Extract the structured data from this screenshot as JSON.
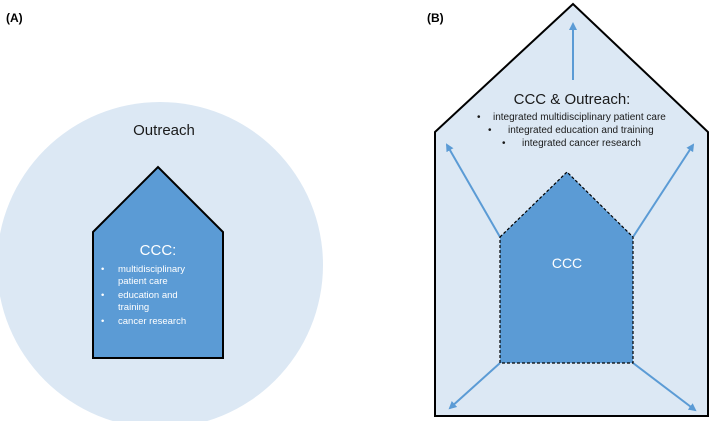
{
  "panel_a": {
    "label": "(A)",
    "outreach_title": "Outreach",
    "ccc_title": "CCC:",
    "ccc_items": [
      {
        "lines": [
          "multidisciplinary",
          "patient care"
        ]
      },
      {
        "lines": [
          "education and",
          "training"
        ]
      },
      {
        "lines": [
          "cancer research"
        ]
      }
    ]
  },
  "panel_b": {
    "label": "(B)",
    "outreach_title": "CCC & Outreach:",
    "outreach_items": [
      "integrated multidisciplinary patient care",
      "integrated education and training",
      "integrated cancer research"
    ],
    "ccc_title": "CCC"
  },
  "colors": {
    "circle_fill": "#dce8f4",
    "ccc_fill": "#5b9bd5",
    "outline": "#000000",
    "arrow": "#5b9bd5",
    "house_b_fill": "#dce8f4"
  }
}
